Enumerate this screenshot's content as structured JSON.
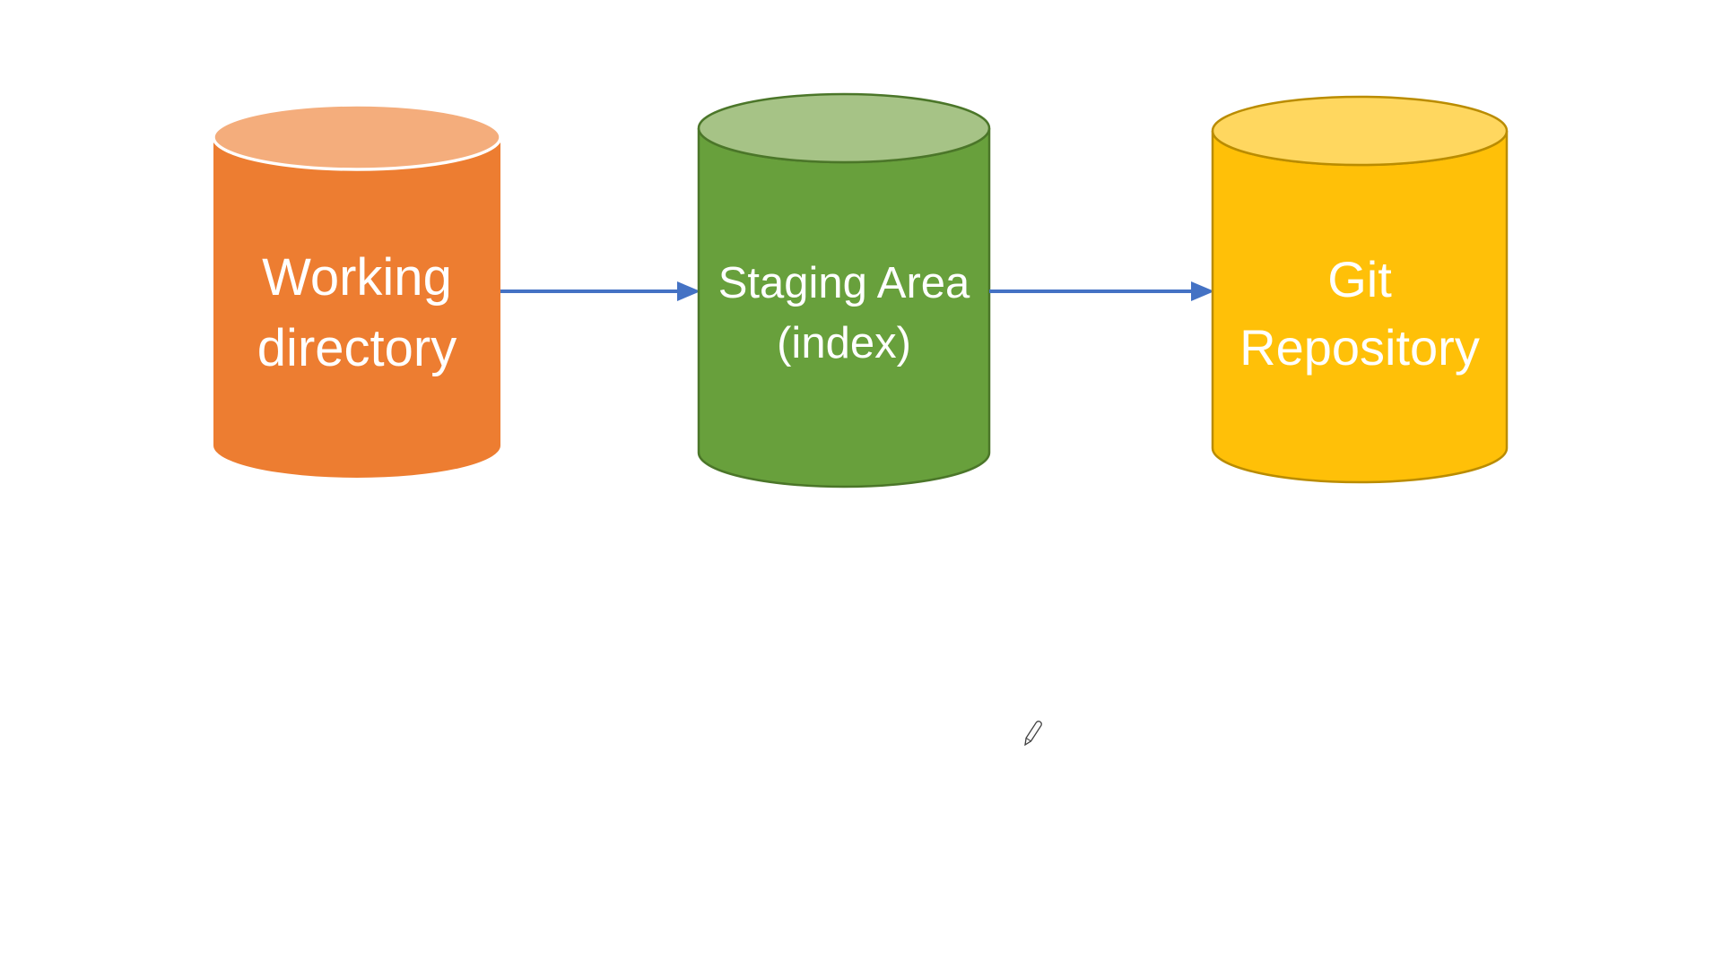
{
  "canvas": {
    "background_color": "#FFFFFF"
  },
  "diagram": {
    "type": "flow-diagram",
    "nodes": [
      {
        "id": "working-directory",
        "shape": "cylinder",
        "label_lines": [
          "Working",
          "directory"
        ],
        "body_color": "#ED7D31",
        "top_color": "#F4AD7C",
        "outline_color": "#FFFFFF",
        "text_color": "#FFFFFF"
      },
      {
        "id": "staging-area",
        "shape": "cylinder",
        "label_lines": [
          "Staging Area",
          "(index)"
        ],
        "body_color": "#68A03C",
        "top_color": "#A6C386",
        "outline_color": "#4B7629",
        "text_color": "#FFFFFF"
      },
      {
        "id": "git-repository",
        "shape": "cylinder",
        "label_lines": [
          "Git",
          "Repository"
        ],
        "body_color": "#FFC008",
        "top_color": "#FFD75F",
        "outline_color": "#BA8C00",
        "text_color": "#FFFFFF"
      }
    ],
    "connectors": [
      {
        "from": "working-directory",
        "to": "staging-area",
        "color": "#4472C4"
      },
      {
        "from": "staging-area",
        "to": "git-repository",
        "color": "#4472C4"
      }
    ],
    "cursor": {
      "icon": "pencil-cursor-icon",
      "color": "#3F3F3F"
    }
  }
}
